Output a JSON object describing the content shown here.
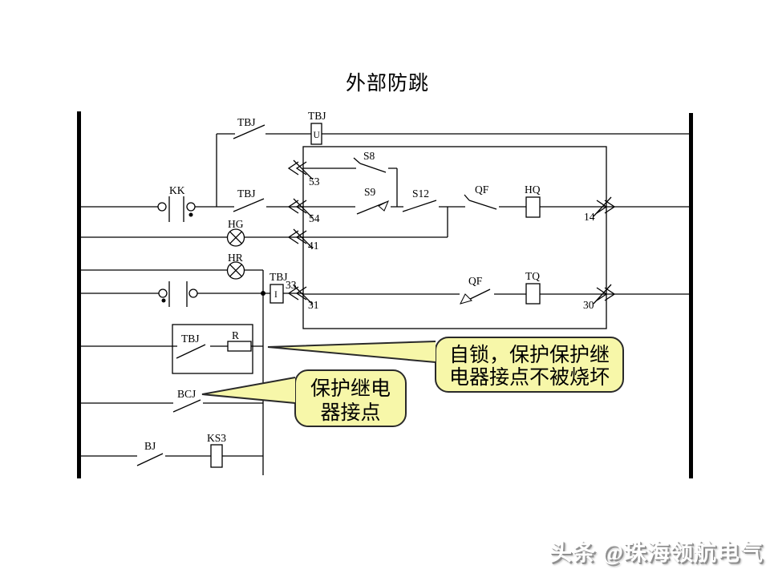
{
  "title": "外部防跳",
  "watermark": "头条 @珠海领航电气",
  "colors": {
    "line": "#000000",
    "callout_fill": "#f7f7a9",
    "callout_border": "#2a2a2a",
    "callout_text": "#9c3b3b"
  },
  "labels": {
    "tbj_contact_top": "TBJ",
    "tbj_coil_top": "TBJ",
    "coil_u": "U",
    "kk": "KK",
    "tbj_contact_mid": "TBJ",
    "hg": "HG",
    "hr": "HR",
    "tbj_coil_mid": "TBJ",
    "coil_i": "I",
    "s8": "S8",
    "s9": "S9",
    "s12": "S12",
    "qf_close": "QF",
    "hq": "HQ",
    "qf_trip": "QF",
    "tq": "TQ",
    "tbj_seal": "TBJ",
    "r": "R",
    "bcj": "BCJ",
    "bj": "BJ",
    "ks3": "KS3"
  },
  "terminals": {
    "t53": "53",
    "t54": "54",
    "t41": "41",
    "t33": "33",
    "t31": "31",
    "t14": "14",
    "t30": "30"
  },
  "callouts": {
    "relay_contact": {
      "line1": "保护继电",
      "line2": "器接点"
    },
    "self_lock": {
      "line1": "自锁，保护保护继",
      "line2": "电器接点不被烧坏"
    }
  }
}
